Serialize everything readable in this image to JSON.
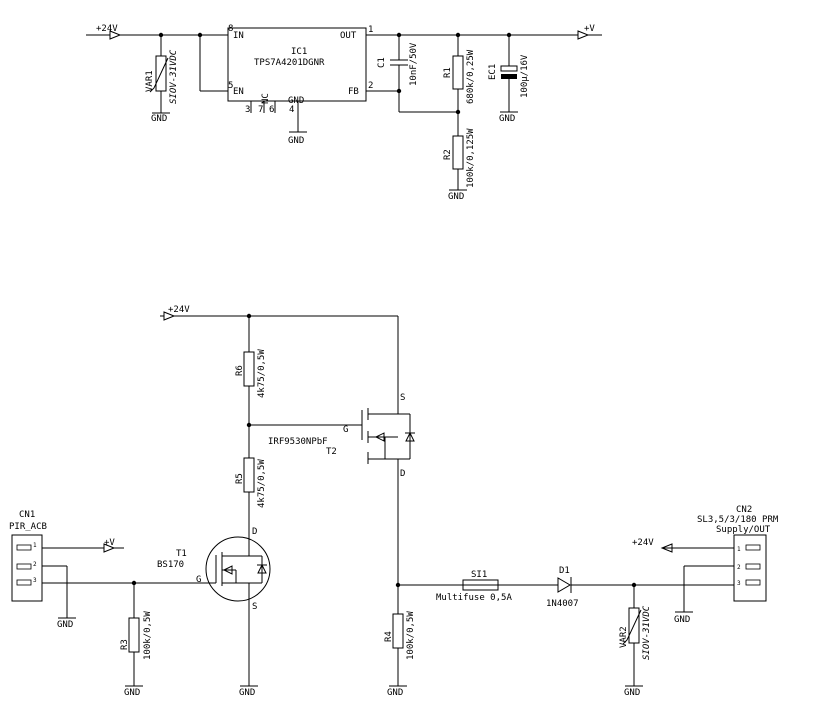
{
  "ic1": {
    "ref": "IC1",
    "part": "TPS7A4201DGNR",
    "in": "IN",
    "out": "OUT",
    "en": "EN",
    "fb": "FB",
    "nc": "NC",
    "gnd": "GND",
    "pin_in": "8",
    "pin_out": "1",
    "pin_en": "5",
    "pin_fb": "2",
    "pin_nc3": "3",
    "pin_nc7": "7",
    "pin_nc6": "6",
    "pin_gnd": "4"
  },
  "nets": {
    "p24_top": "+24V",
    "pv_top": "+V",
    "p24_mid": "+24V",
    "pv_cn1": "+V",
    "p24_cn2": "+24V",
    "gnd": "GND"
  },
  "var1": {
    "ref": "VAR1",
    "value": "SIOV-31VDC"
  },
  "var2": {
    "ref": "VAR2",
    "value": "SIOV-31VDC"
  },
  "c1": {
    "ref": "C1",
    "value": "10nF/50V"
  },
  "ec1": {
    "ref": "EC1",
    "value": "100µ/16V"
  },
  "r1": {
    "ref": "R1",
    "value": "680k/0,25W"
  },
  "r2": {
    "ref": "R2",
    "value": "100k/0,125W"
  },
  "r3": {
    "ref": "R3",
    "value": "100k/0,5W"
  },
  "r4": {
    "ref": "R4",
    "value": "100k/0,5W"
  },
  "r5": {
    "ref": "R5",
    "value": "4k75/0,5W"
  },
  "r6": {
    "ref": "R6",
    "value": "4k75/0,5W"
  },
  "t1": {
    "ref": "T1",
    "part": "BS170",
    "g": "G",
    "d": "D",
    "s": "S"
  },
  "t2": {
    "ref": "T2",
    "part": "IRF9530NPbF",
    "g": "G",
    "d": "D",
    "s": "S"
  },
  "si1": {
    "ref": "SI1",
    "value": "Multifuse 0,5A"
  },
  "d1": {
    "ref": "D1",
    "part": "1N4007"
  },
  "cn1": {
    "ref": "CN1",
    "part": "PIR_ACB",
    "p1": "1",
    "p2": "2",
    "p3": "3"
  },
  "cn2": {
    "ref": "CN2",
    "part": "SL3,5/3/180 PRM",
    "desc": "Supply/OUT",
    "p1": "1",
    "p2": "2",
    "p3": "3"
  }
}
